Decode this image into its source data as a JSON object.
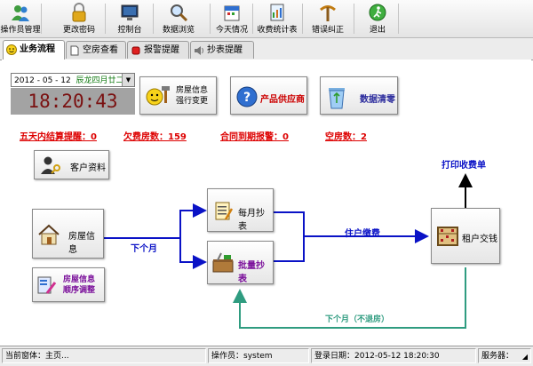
{
  "toolbar": {
    "items": [
      {
        "label": "操作员管理",
        "icon": "users-icon"
      },
      {
        "label": "更改密码",
        "icon": "lock-icon"
      },
      {
        "label": "控制台",
        "icon": "monitor-icon"
      },
      {
        "label": "数据浏览",
        "icon": "magnifier-icon"
      },
      {
        "label": "今天情况",
        "icon": "calendar-icon"
      },
      {
        "label": "收费统计表",
        "icon": "report-icon"
      },
      {
        "label": "错误纠正",
        "icon": "pickaxe-icon"
      },
      {
        "label": "退出",
        "icon": "exit-icon"
      }
    ]
  },
  "tabs": [
    {
      "label": "业务流程",
      "active": true
    },
    {
      "label": "空房查看",
      "active": false
    },
    {
      "label": "报警提醒",
      "active": false
    },
    {
      "label": "抄表提醒",
      "active": false
    }
  ],
  "calendar": {
    "date": "2012 - 05 - 12",
    "lunar": "辰龙四月廿二",
    "time": "18:20:43"
  },
  "actions": {
    "force_change": "房屋信息\n强行变更",
    "supplier": "产品供应商",
    "clear_data": "数据清零"
  },
  "alerts": {
    "due5": "五天内结算提醒：0",
    "arrears": "欠费房数：159",
    "contract": "合同到期报警：0",
    "vacant": "空房数：2"
  },
  "flow": {
    "customer": "客户资料",
    "house": "房屋信息",
    "house_order": "房屋信息\n顺序调整",
    "monthly_meter": "每月抄表",
    "batch_meter": "批量抄表",
    "checkout": "租户交钱",
    "next_month": "下个月",
    "move_in": "住户缴费",
    "print_receipt": "打印收费单",
    "next_month_stay": "下个月（不退房）"
  },
  "status": {
    "current_window": "当前窗体：主页...",
    "operator": "操作员：system",
    "login_date": "登录日期：2012-05-12 18:20:30",
    "server": "服务器："
  },
  "colors": {
    "flow_blue": "#0a12c6",
    "flow_green": "#2f9c80",
    "alert_red": "#dd0000",
    "clock_red": "#7a1010",
    "supplier_red": "#cc0000",
    "clear_blue": "#2a2a9c",
    "order_purple": "#7a0e9a"
  }
}
